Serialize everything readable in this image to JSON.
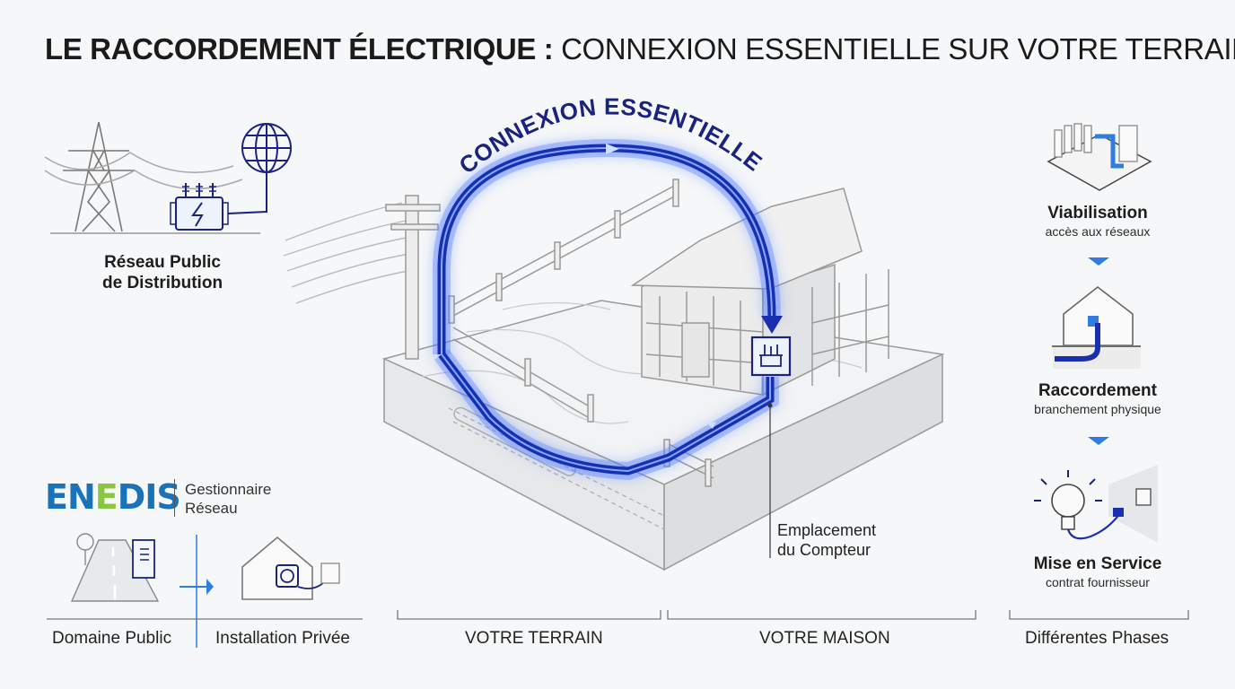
{
  "title": {
    "bold": "LE RACCORDEMENT ÉLECTRIQUE :",
    "light": "CONNEXION ESSENTIELLE SUR VOTRE TERRAIN"
  },
  "arc_label": "CONNEXION ESSENTIELLE",
  "left": {
    "network_label_line1": "Réseau Public",
    "network_label_line2": "de Distribution",
    "brand": {
      "part1": "EN",
      "part2": "E",
      "part3": "DIS"
    },
    "brand_caption_line1": "Gestionnaire",
    "brand_caption_line2": "Réseau"
  },
  "meter": {
    "line1": "Emplacement",
    "line2": "du Compteur"
  },
  "phases": [
    {
      "title": "Viabilisation",
      "subtitle": "accès aux réseaux"
    },
    {
      "title": "Raccordement",
      "subtitle": "branchement physique"
    },
    {
      "title": "Mise en Service",
      "subtitle": "contrat fournisseur"
    }
  ],
  "footer": {
    "domaine_public": "Domaine Public",
    "installation_privee": "Installation Privée",
    "votre_terrain": "VOTRE TERRAIN",
    "votre_maison": "VOTRE MAISON",
    "differentes_phases": "Différentes Phases"
  },
  "colors": {
    "navy": "#1a237e",
    "blue": "#1e4fd8",
    "glow": "#4d7cff",
    "enedis_blue": "#1a73b8",
    "enedis_green": "#8bc640"
  }
}
